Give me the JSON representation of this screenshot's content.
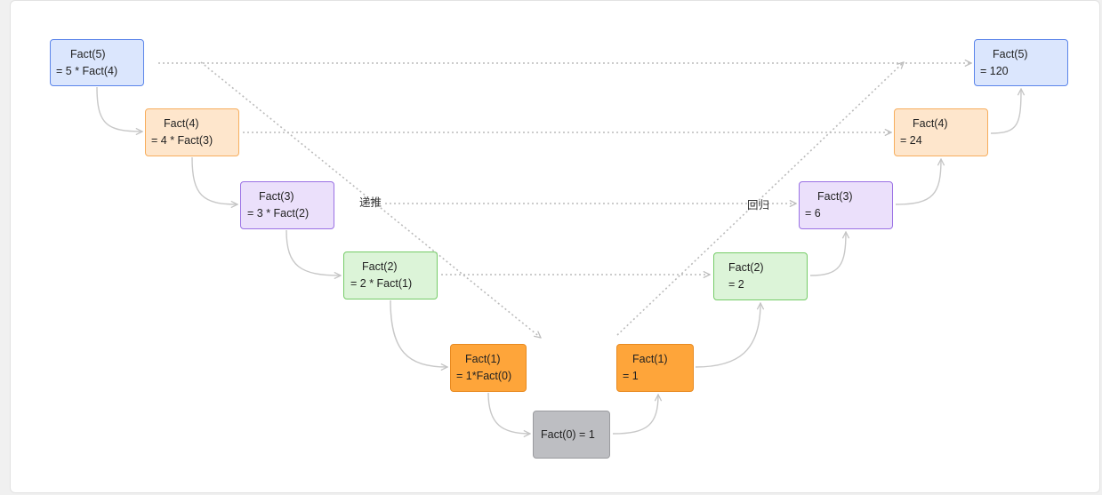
{
  "colors": {
    "blue": {
      "fill": "#dbe6fd",
      "stroke": "#5b85ea"
    },
    "peach": {
      "fill": "#fee6cc",
      "stroke": "#f7ae5e"
    },
    "purple": {
      "fill": "#ebe0fb",
      "stroke": "#9a71e4"
    },
    "green": {
      "fill": "#dcf4d8",
      "stroke": "#76cc68"
    },
    "orange": {
      "fill": "#fea53a",
      "stroke": "#e88a20"
    },
    "gray": {
      "fill": "#bdbec2",
      "stroke": "#9a9b9f"
    },
    "connector": "#c8c8c8",
    "dotted": "#bbbbbb"
  },
  "recursion": {
    "left": [
      {
        "id": "L5",
        "line1": "Fact(5)",
        "line2": "= 5 * Fact(4)",
        "color": "blue"
      },
      {
        "id": "L4",
        "line1": "Fact(4)",
        "line2": "= 4 * Fact(3)",
        "color": "peach"
      },
      {
        "id": "L3",
        "line1": "Fact(3)",
        "line2": "= 3 * Fact(2)",
        "color": "purple"
      },
      {
        "id": "L2",
        "line1": "Fact(2)",
        "line2": "= 2 * Fact(1)",
        "color": "green"
      },
      {
        "id": "L1",
        "line1": "Fact(1)",
        "line2": "= 1*Fact(0)",
        "color": "orange"
      }
    ],
    "base": {
      "id": "B0",
      "text": "Fact(0)  = 1",
      "color": "gray"
    },
    "right": [
      {
        "id": "R1",
        "line1": "Fact(1)",
        "line2": "= 1",
        "color": "orange"
      },
      {
        "id": "R2",
        "line1": "Fact(2)",
        "line2": "= 2",
        "color": "green"
      },
      {
        "id": "R3",
        "line1": "Fact(3)",
        "line2": "= 6",
        "color": "purple"
      },
      {
        "id": "R4",
        "line1": "Fact(4)",
        "line2": "= 24",
        "color": "peach"
      },
      {
        "id": "R5",
        "line1": "Fact(5)",
        "line2": "= 120",
        "color": "blue"
      }
    ]
  },
  "labels": {
    "recurse_down": "递推",
    "recurse_up": "回归"
  }
}
